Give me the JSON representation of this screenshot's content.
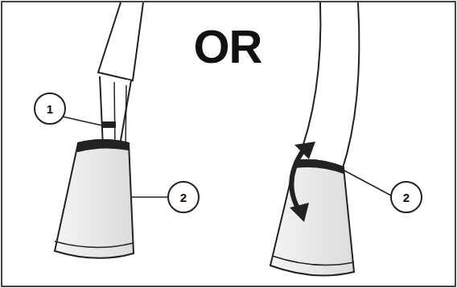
{
  "diagram": {
    "labels": [
      "OR",
      "1",
      "2",
      "2"
    ]
  }
}
